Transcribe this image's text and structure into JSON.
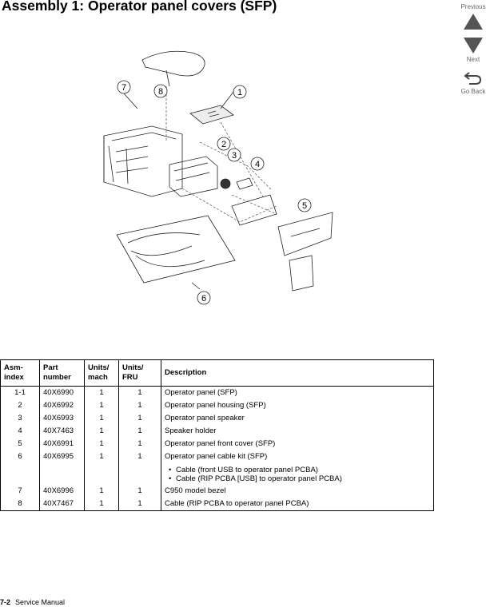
{
  "page_title": "Assembly 1:  Operator panel covers (SFP)",
  "nav": {
    "previous": "Previous",
    "next": "Next",
    "go_back": "Go Back"
  },
  "callouts": [
    "7",
    "8",
    "1",
    "2",
    "3",
    "4",
    "5",
    "6"
  ],
  "table": {
    "headers": [
      "Asm-\nindex",
      "Part\nnumber",
      "Units/\nmach",
      "Units/\nFRU",
      "Description"
    ],
    "rows": [
      {
        "index": "1-1",
        "part": "40X6990",
        "mach": "1",
        "fru": "1",
        "desc": "Operator panel (SFP)"
      },
      {
        "index": "2",
        "part": "40X6992",
        "mach": "1",
        "fru": "1",
        "desc": "Operator panel housing (SFP)"
      },
      {
        "index": "3",
        "part": "40X6993",
        "mach": "1",
        "fru": "1",
        "desc": "Operator panel speaker"
      },
      {
        "index": "4",
        "part": "40X7463",
        "mach": "1",
        "fru": "1",
        "desc": "Speaker holder"
      },
      {
        "index": "5",
        "part": "40X6991",
        "mach": "1",
        "fru": "1",
        "desc": "Operator panel front cover (SFP)"
      },
      {
        "index": "6",
        "part": "40X6995",
        "mach": "1",
        "fru": "1",
        "desc": "Operator panel cable kit (SFP)",
        "sub": [
          "Cable (front USB to operator panel PCBA)",
          "Cable (RIP PCBA [USB] to operator panel PCBA)"
        ]
      },
      {
        "index": "7",
        "part": "40X6996",
        "mach": "1",
        "fru": "1",
        "desc": "C950 model bezel"
      },
      {
        "index": "8",
        "part": "40X7467",
        "mach": "1",
        "fru": "1",
        "desc": "Cable (RIP PCBA to operator panel PCBA)"
      }
    ]
  },
  "footer": {
    "page": "7-2",
    "manual": "Service Manual"
  }
}
